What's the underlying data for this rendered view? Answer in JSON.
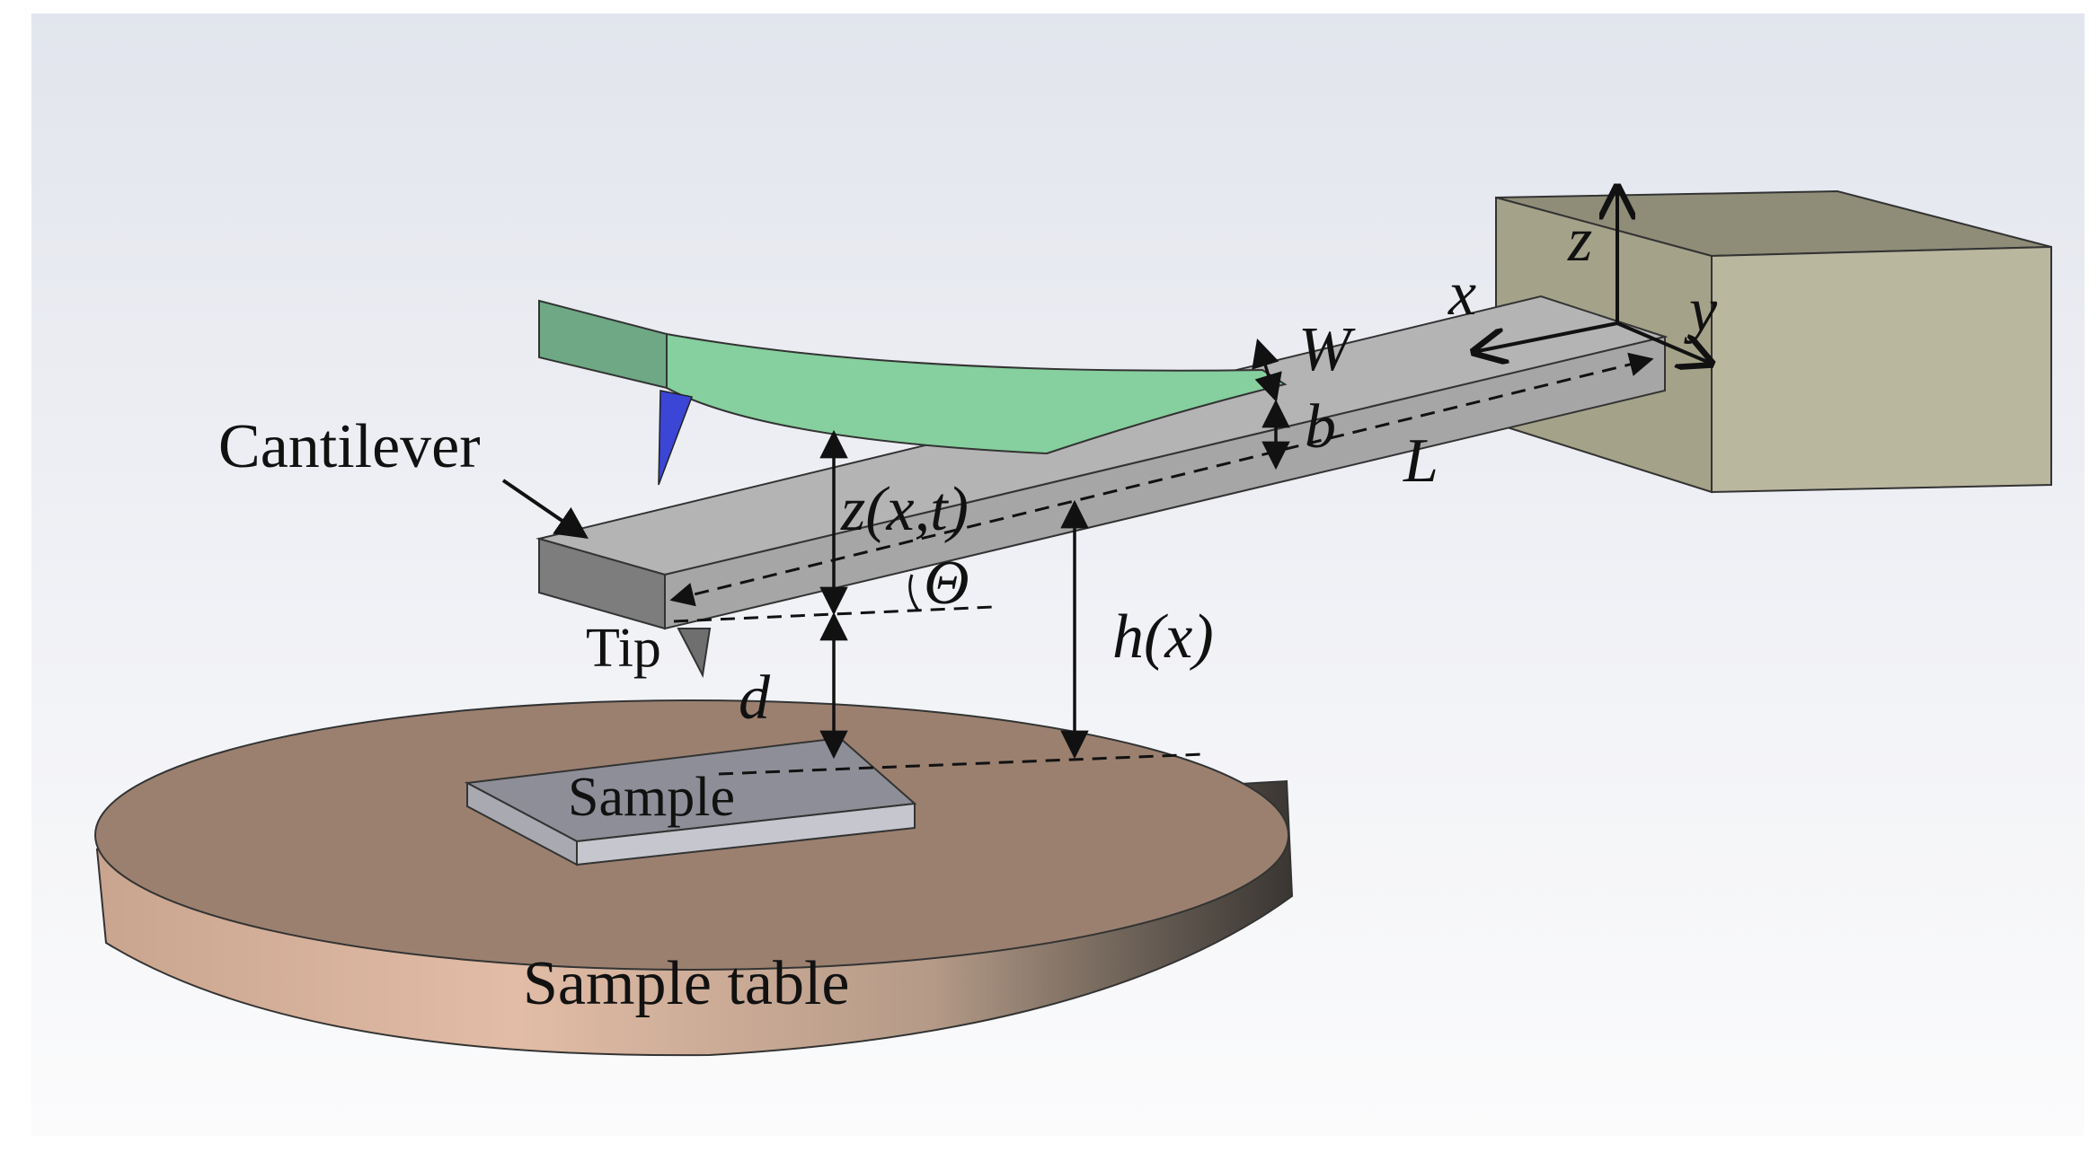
{
  "labels": {
    "cantilever": "Cantilever",
    "tip": "Tip",
    "sample": "Sample",
    "sample_table": "Sample table",
    "width": "W",
    "thickness": "b",
    "length": "L",
    "deflection": "z(x,t)",
    "angle": "Θ",
    "height": "h(x)",
    "gap": "d",
    "axis_x": "x",
    "axis_y": "y",
    "axis_z": "z"
  },
  "colors": {
    "cantilever_top": "#b4b4b4",
    "cantilever_side": "#7d7d7d",
    "deflected_cantilever": "#86cf9e",
    "tip_blue": "#3b45d6",
    "base_block": "#b8b59c",
    "sample": "#8e8e98",
    "table_top": "#9b8070",
    "table_side": "#d4ad96"
  }
}
